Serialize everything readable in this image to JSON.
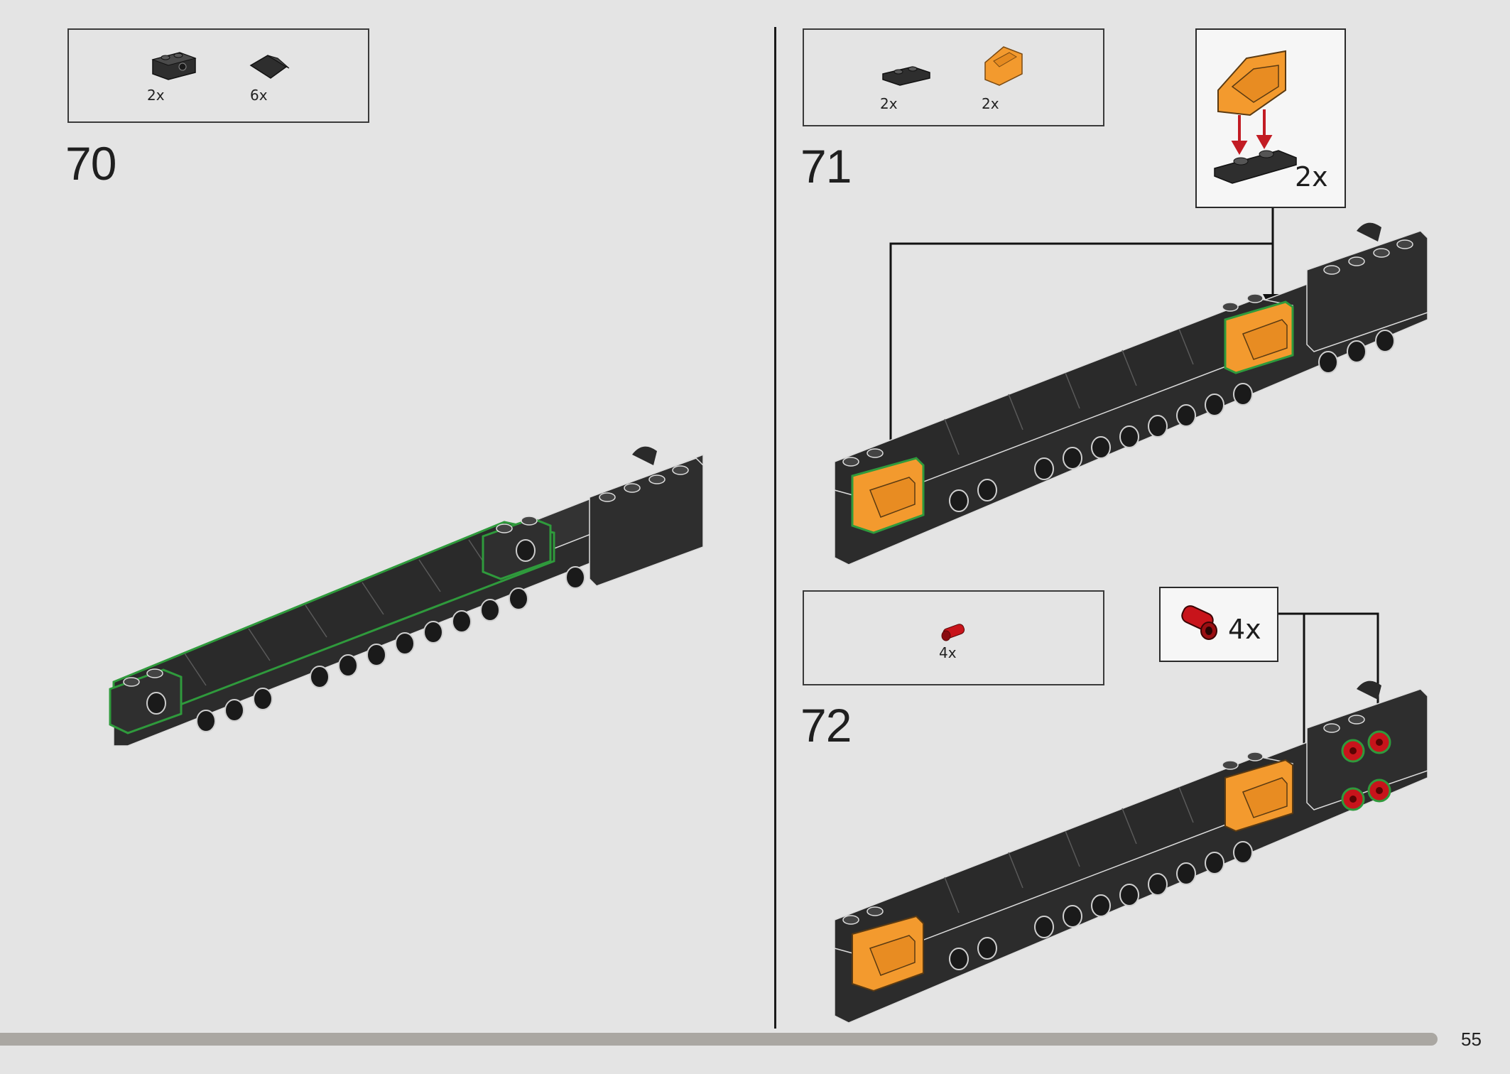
{
  "page_number": "55",
  "steps": [
    {
      "number": "70",
      "parts": [
        {
          "icon": "technic-brick-1x2-dark-gray-icon",
          "qty": "2x"
        },
        {
          "icon": "slope-tile-dark-gray-icon",
          "qty": "6x"
        }
      ]
    },
    {
      "number": "71",
      "parts": [
        {
          "icon": "plate-1x2-dark-gray-icon",
          "qty": "2x"
        },
        {
          "icon": "slope-orange-icon",
          "qty": "2x"
        }
      ],
      "callout_qty": "2x"
    },
    {
      "number": "72",
      "parts": [
        {
          "icon": "connector-peg-red-icon",
          "qty": "4x"
        }
      ],
      "callout_qty": "4x"
    }
  ],
  "colors": {
    "background": "#e4e4e4",
    "brick": "#2e2e2e",
    "accent_orange": "#f39a2e",
    "highlight_green": "#2f9a3c",
    "peg_red": "#c8141b",
    "arrow_red": "#c21c24"
  }
}
